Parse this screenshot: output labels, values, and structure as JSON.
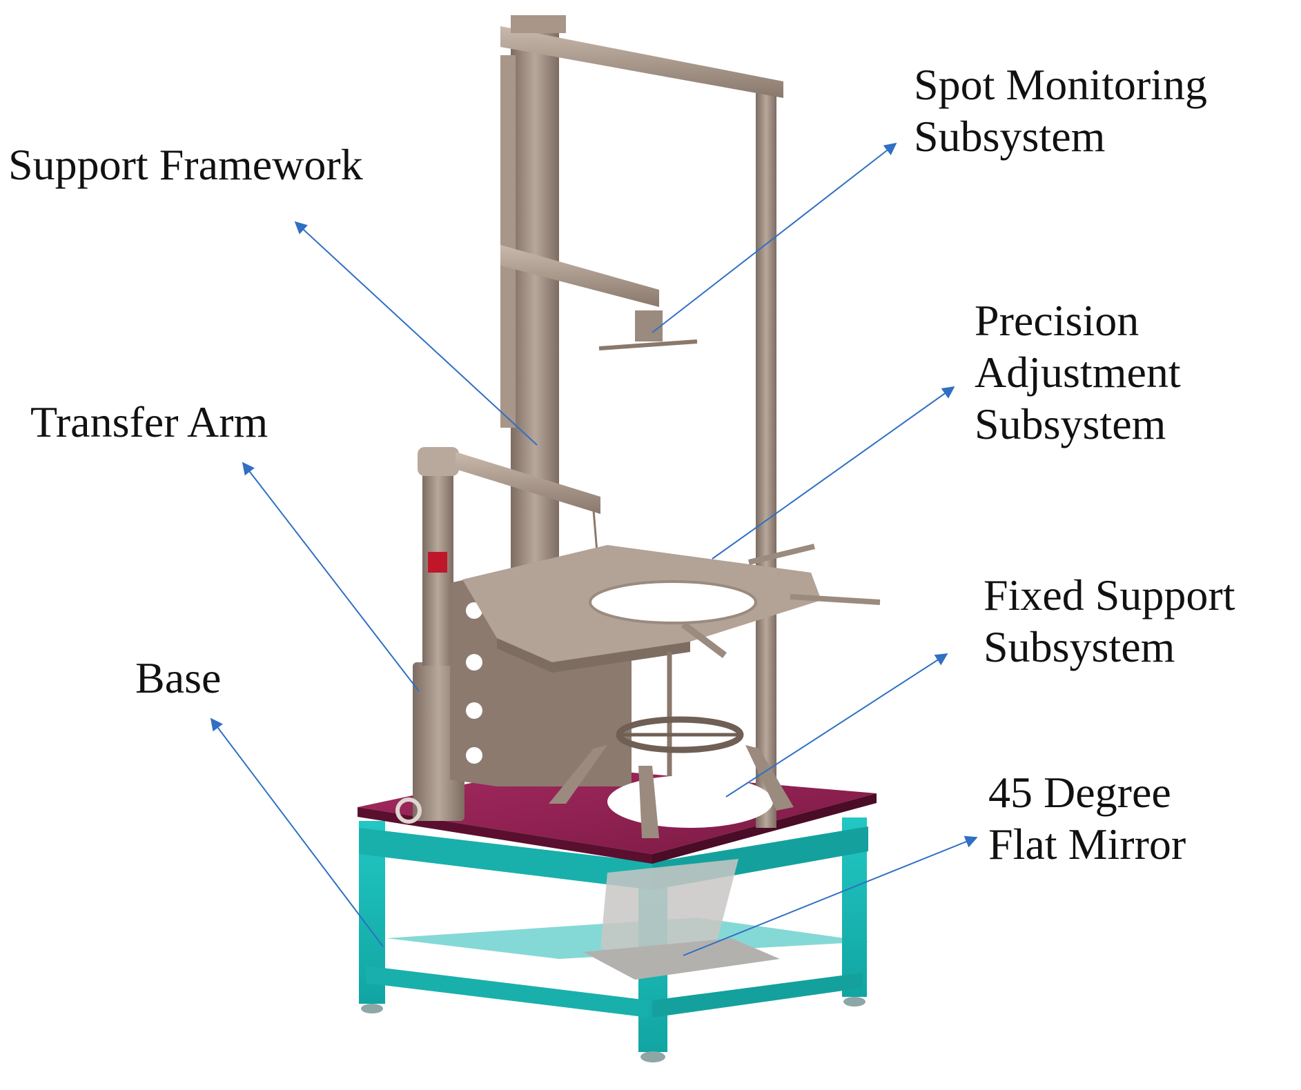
{
  "labels": {
    "support_framework": "Support Framework",
    "transfer_arm": "Transfer Arm",
    "base": "Base",
    "spot_monitoring": [
      "Spot Monitoring",
      "Subsystem"
    ],
    "precision_adjustment": [
      "Precision",
      "Adjustment",
      "Subsystem"
    ],
    "fixed_support": [
      "Fixed Support",
      "Subsystem"
    ],
    "flat_mirror": [
      "45 Degree",
      "Flat Mirror"
    ]
  },
  "colors": {
    "leader_line": "#2f6fc4",
    "frame_metal": "#9e8b7e",
    "table_top": "#8a1f4e",
    "base_frame": "#18b8b4",
    "text": "#111111"
  }
}
